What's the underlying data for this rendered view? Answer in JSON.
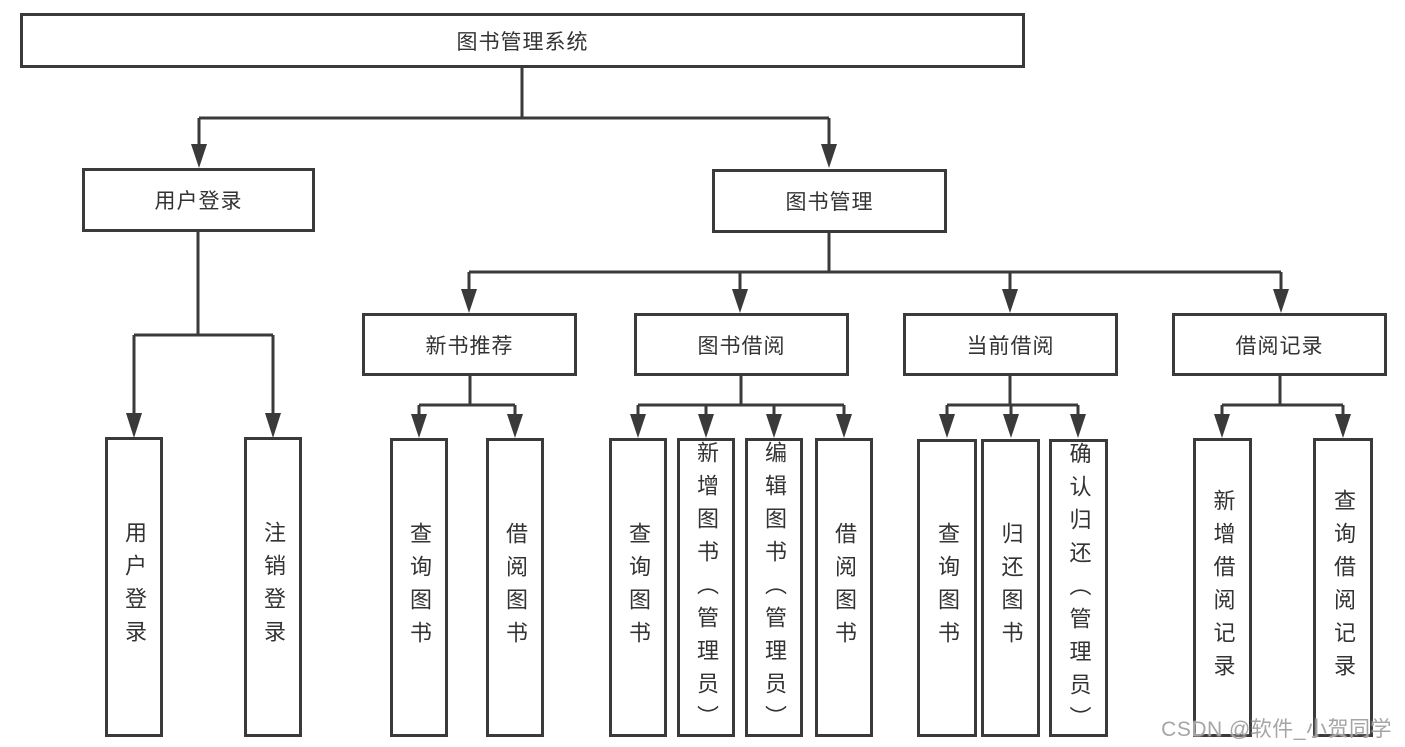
{
  "diagram_title": "图书管理系统",
  "nodes": {
    "root": "图书管理系统",
    "user_login": "用户登录",
    "book_mgmt": "图书管理",
    "new_book_rec": "新书推荐",
    "book_borrow": "图书借阅",
    "current_borrow": "当前借阅",
    "borrow_records": "借阅记录",
    "leaf_user_login": "用户登录",
    "leaf_logout": "注销登录",
    "leaf_query_books_rec": "查询图书",
    "leaf_borrow_books_rec": "借阅图书",
    "leaf_query_books_borrow": "查询图书",
    "leaf_add_books_admin": "新增图书（管理员）",
    "leaf_edit_books_admin": "编辑图书（管理员）",
    "leaf_borrow_books_borrow": "借阅图书",
    "leaf_query_books_current": "查询图书",
    "leaf_return_books": "归还图书",
    "leaf_confirm_return_admin": "确认归还（管理员）",
    "leaf_add_borrow_record": "新增借阅记录",
    "leaf_query_borrow_record": "查询借阅记录"
  },
  "watermark": "CSDN @软件_小贺同学",
  "colors": {
    "line": "#3a3a3a",
    "text": "#333333",
    "watermark": "#a5a5a5",
    "background": "#ffffff"
  }
}
